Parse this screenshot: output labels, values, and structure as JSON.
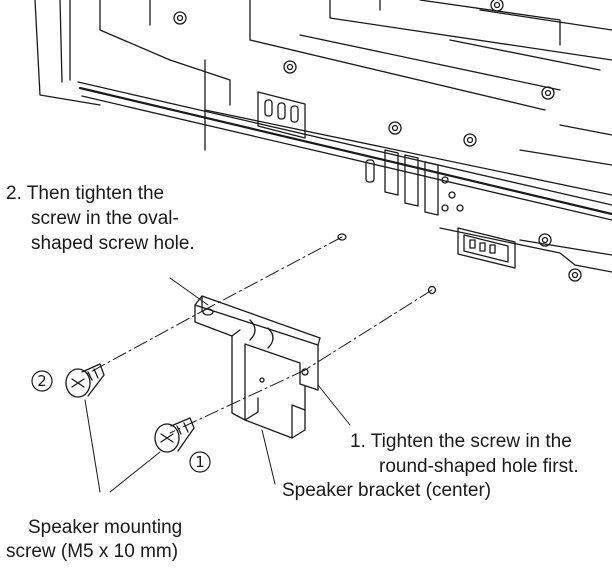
{
  "callouts": {
    "step2": [
      "2. Then tighten the",
      "screw in the oval-",
      "shaped screw hole."
    ],
    "step1": [
      "1. Tighten the screw in the",
      "round-shaped hole first."
    ],
    "bracket": "Speaker bracket (center)",
    "screw": [
      "Speaker mounting",
      "screw (M5 x 10 mm)"
    ]
  },
  "markers": {
    "one": "1",
    "two": "2"
  },
  "colors": {
    "ink": "#1a1a1a",
    "background": "#ffffff"
  }
}
